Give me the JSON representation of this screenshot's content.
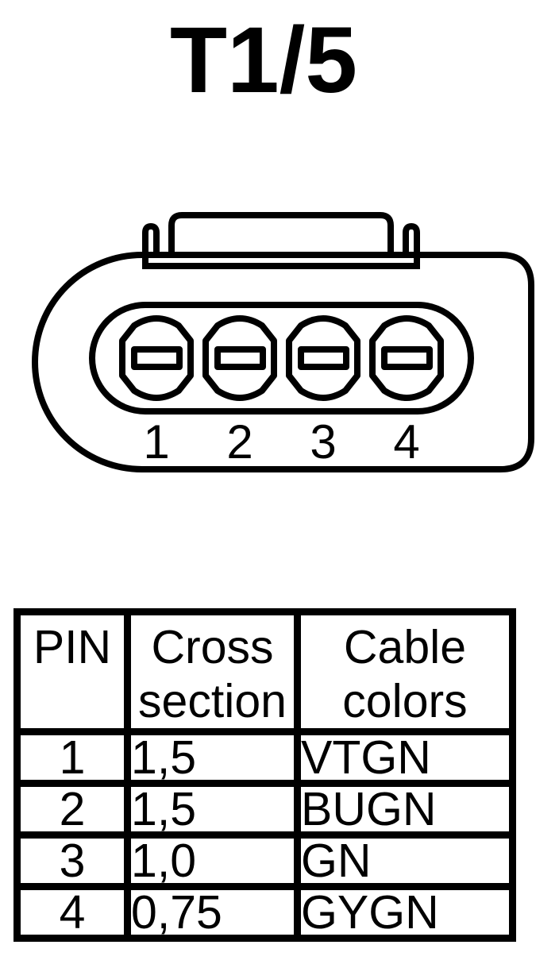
{
  "page": {
    "background_color": "#ffffff",
    "ink_color": "#000000"
  },
  "title": "T1/5",
  "connector": {
    "description": "4-pin connector housing, front view with latch tab",
    "pin_labels": [
      "1",
      "2",
      "3",
      "4"
    ]
  },
  "table": {
    "headers": [
      "PIN",
      "Cross\nsection",
      "Cable\ncolors"
    ],
    "rows": [
      {
        "pin": "1",
        "cross_section": "1,5",
        "cable_colors": "VTGN"
      },
      {
        "pin": "2",
        "cross_section": "1,5",
        "cable_colors": "BUGN"
      },
      {
        "pin": "3",
        "cross_section": "1,0",
        "cable_colors": "GN"
      },
      {
        "pin": "4",
        "cross_section": "0,75",
        "cable_colors": "GYGN"
      }
    ]
  }
}
